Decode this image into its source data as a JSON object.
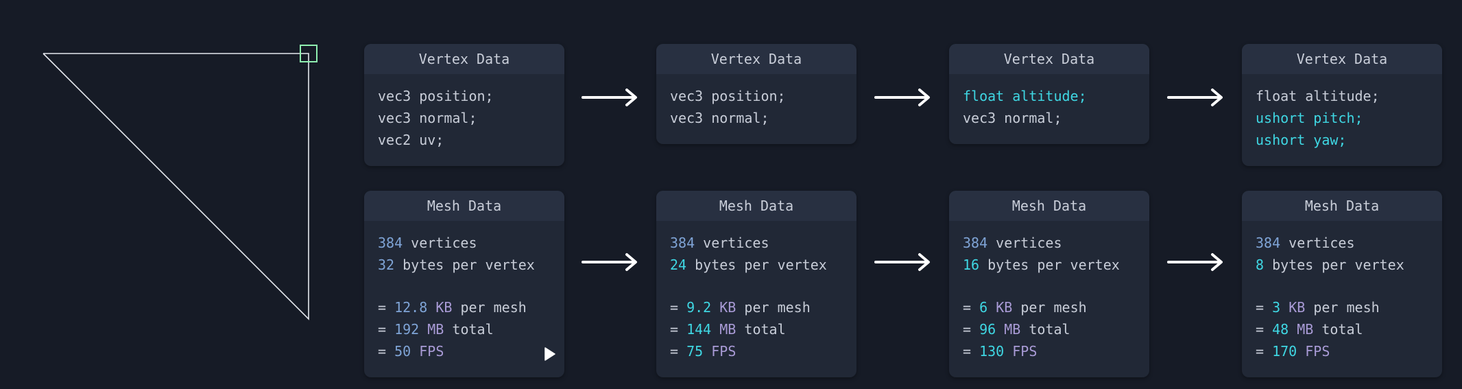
{
  "vertex_cards": [
    {
      "header": "Vertex Data",
      "lines": [
        {
          "text": "vec3 position;",
          "highlight": false
        },
        {
          "text": "vec3 normal;",
          "highlight": false
        },
        {
          "text": "vec2 uv;",
          "highlight": false
        }
      ]
    },
    {
      "header": "Vertex Data",
      "lines": [
        {
          "text": "vec3 position;",
          "highlight": false
        },
        {
          "text": "vec3 normal;",
          "highlight": false
        }
      ]
    },
    {
      "header": "Vertex Data",
      "lines": [
        {
          "text": "float altitude;",
          "highlight": true
        },
        {
          "text": "vec3 normal;",
          "highlight": false
        }
      ]
    },
    {
      "header": "Vertex Data",
      "lines": [
        {
          "text": "float altitude;",
          "highlight": false
        },
        {
          "text": "ushort pitch;",
          "highlight": true
        },
        {
          "text": "ushort yaw;",
          "highlight": true
        }
      ]
    }
  ],
  "mesh_cards": [
    {
      "header": "Mesh Data",
      "vertices_value": "384",
      "vertices_label": " vertices",
      "bytes_value": "32",
      "bytes_label": " bytes per vertex",
      "mesh_value": "12.8",
      "mesh_unit": "KB",
      "mesh_label": " per mesh",
      "total_value": "192",
      "total_unit": "MB",
      "total_label": " total",
      "fps_value": "50",
      "fps_unit": "FPS",
      "accent": "blue"
    },
    {
      "header": "Mesh Data",
      "vertices_value": "384",
      "vertices_label": " vertices",
      "bytes_value": "24",
      "bytes_label": " bytes per vertex",
      "mesh_value": "9.2",
      "mesh_unit": "KB",
      "mesh_label": " per mesh",
      "total_value": "144",
      "total_unit": "MB",
      "total_label": " total",
      "fps_value": "75",
      "fps_unit": "FPS",
      "accent": "cyan"
    },
    {
      "header": "Mesh Data",
      "vertices_value": "384",
      "vertices_label": " vertices",
      "bytes_value": "16",
      "bytes_label": " bytes per vertex",
      "mesh_value": "6",
      "mesh_unit": "KB",
      "mesh_label": " per mesh",
      "total_value": "96",
      "total_unit": "MB",
      "total_label": " total",
      "fps_value": "130",
      "fps_unit": "FPS",
      "accent": "cyan"
    },
    {
      "header": "Mesh Data",
      "vertices_value": "384",
      "vertices_label": " vertices",
      "bytes_value": "8",
      "bytes_label": " bytes per vertex",
      "mesh_value": "3",
      "mesh_unit": "KB",
      "mesh_label": " per mesh",
      "total_value": "48",
      "total_unit": "MB",
      "total_label": " total",
      "fps_value": "170",
      "fps_unit": "FPS",
      "accent": "cyan"
    }
  ],
  "prefix_equals": "= ",
  "colors": {
    "background": "#161b26",
    "card": "#212836",
    "card_header": "#283041",
    "text": "#c8cdd8",
    "blue": "#7fa4d6",
    "cyan": "#3fd7e3",
    "purple": "#a99bd6",
    "triangle": "#e6e9ef",
    "selection_handle": "#8ff0b0",
    "arrow": "#ffffff"
  },
  "icons": {
    "arrow": "right-arrow-icon",
    "cursor": "mouse-pointer-icon",
    "handle": "selection-handle-icon"
  }
}
